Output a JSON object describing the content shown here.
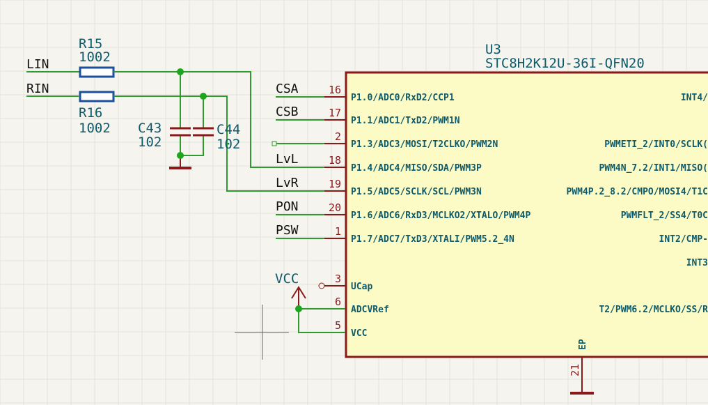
{
  "resistors": [
    {
      "ref": "R15",
      "value": "1002"
    },
    {
      "ref": "R16",
      "value": "1002"
    }
  ],
  "capacitors": [
    {
      "ref": "C43",
      "value": "102"
    },
    {
      "ref": "C44",
      "value": "102"
    }
  ],
  "input_nets": [
    "LIN",
    "RIN"
  ],
  "chip": {
    "ref": "U3",
    "part": "STC8H2K12U-36I-QFN20",
    "left_pins": [
      {
        "net": "CSA",
        "num": "16",
        "name": "P1.0/ADC0/RxD2/CCP1"
      },
      {
        "net": "CSB",
        "num": "17",
        "name": "P1.1/ADC1/TxD2/PWM1N"
      },
      {
        "net": "",
        "num": "2",
        "name": "P1.3/ADC3/MOSI/T2CLKO/PWM2N"
      },
      {
        "net": "LvL",
        "num": "18",
        "name": "P1.4/ADC4/MISO/SDA/PWM3P"
      },
      {
        "net": "LvR",
        "num": "19",
        "name": "P1.5/ADC5/SCLK/SCL/PWM3N"
      },
      {
        "net": "PON",
        "num": "20",
        "name": "P1.6/ADC6/RxD3/MCLKO2/XTALO/PWM4P"
      },
      {
        "net": "PSW",
        "num": "1",
        "name": "P1.7/ADC7/TxD3/XTALI/PWM5.2_4N"
      },
      {
        "net": "",
        "num": "3",
        "name": "UCap"
      },
      {
        "net": "",
        "num": "6",
        "name": "ADCVRef"
      },
      {
        "net": "",
        "num": "5",
        "name": "VCC"
      }
    ],
    "right_pins": [
      {
        "name": "INT4/"
      },
      {
        "name": "PWMETI_2/INT0/SCLK("
      },
      {
        "name": "PWM4N_7.2/INT1/MISO("
      },
      {
        "name": "PWM4P.2_8.2/CMPO/MOSI4/T1C"
      },
      {
        "name": "PWMFLT_2/SS4/T0C"
      },
      {
        "name": "INT2/CMP-"
      },
      {
        "name": "INT3"
      },
      {
        "name": "T2/PWM6.2/MCLKO/SS/R"
      }
    ],
    "bottom_pin": {
      "num": "21",
      "name": "EP"
    }
  },
  "power": {
    "label": "VCC"
  },
  "colors": {
    "background": "#f5f4ef",
    "wire": "#2f9b2f",
    "pin": "#8a1a1a",
    "chip_fill": "#fdfbc5",
    "ref_text": "#0d5a6b",
    "resistor": "#1c4f9c"
  }
}
